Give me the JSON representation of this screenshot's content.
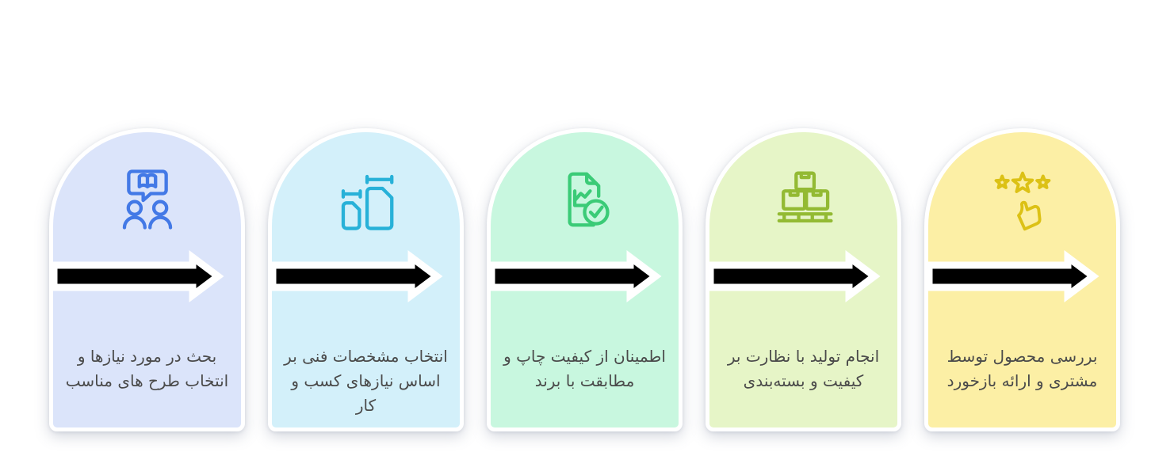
{
  "diagram_title": "",
  "text_color": "#4a4a4a",
  "arrow": {
    "direction": "right",
    "fill_color": "#000000",
    "outline_color": "#ffffff"
  },
  "cards": [
    {
      "step": 1,
      "icon": "discussion-people-icon",
      "fill_color": "#dbe4fa",
      "icon_color": "#4379e6",
      "line1": "بحث در مورد نیازها و",
      "line2": "انتخاب طرح های مناسب"
    },
    {
      "step": 2,
      "icon": "dimensions-spec-icon",
      "fill_color": "#d3f0fa",
      "icon_color": "#27b1d8",
      "line1": "انتخاب مشخصات فنی بر",
      "line2": "اساس نیازهای کسب و کار"
    },
    {
      "step": 3,
      "icon": "print-quality-check-icon",
      "fill_color": "#c8f7df",
      "icon_color": "#3bcb77",
      "line1": "اطمینان از کیفیت چاپ و",
      "line2": "مطابقت با برند"
    },
    {
      "step": 4,
      "icon": "boxes-pallet-icon",
      "fill_color": "#e6f5c7",
      "icon_color": "#93ba33",
      "line1": "انجام تولید با نظارت بر",
      "line2": "کیفیت و بسته‌بندی"
    },
    {
      "step": 5,
      "icon": "stars-feedback-icon",
      "fill_color": "#fcefa5",
      "icon_color": "#dcc115",
      "line1": "بررسی محصول توسط",
      "line2": "مشتری و ارائه بازخورد"
    }
  ]
}
